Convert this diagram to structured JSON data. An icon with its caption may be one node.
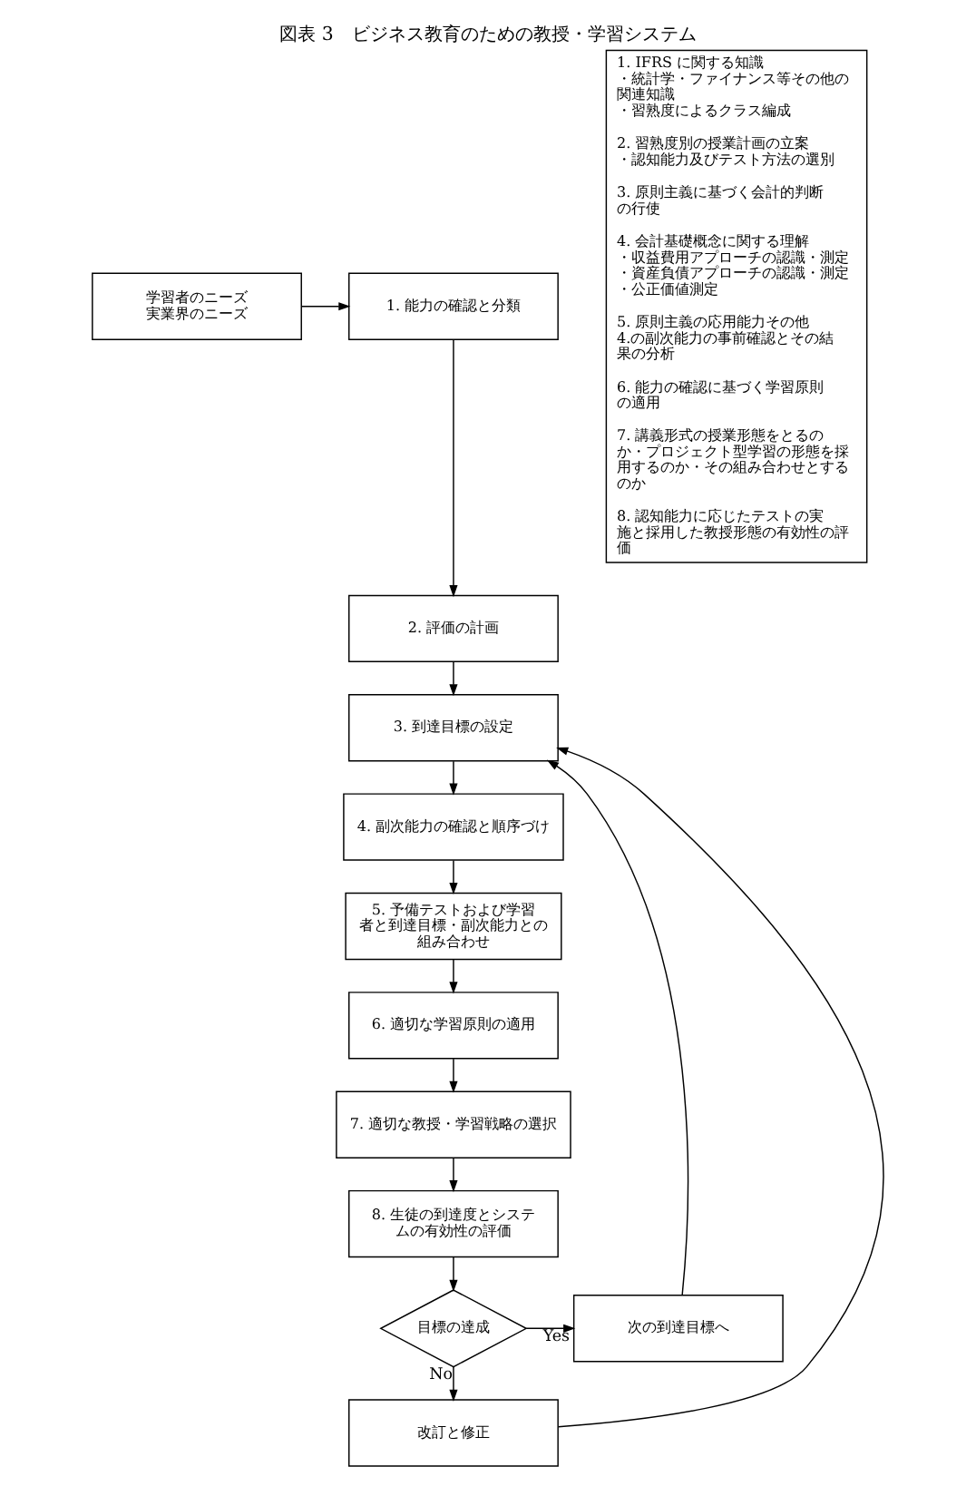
{
  "diagram": {
    "title": "図表 3　ビジネス教育のための教授・学習システム",
    "nodes": [
      {
        "text": [
          "学習者のニーズ",
          "実業界のニーズ"
        ]
      },
      {
        "text": [
          "1. 能力の確認と分類"
        ]
      },
      {
        "text": [
          "2. 評価の計画"
        ]
      },
      {
        "text": [
          "3. 到達目標の設定"
        ]
      },
      {
        "text": [
          "4. 副次能力の確認と順序づけ"
        ]
      },
      {
        "text": [
          "5. 予備テストおよび学習者と到達目標・副次能力との組み合わせ"
        ]
      },
      {
        "text": [
          "6. 適切な学習原則の適用"
        ]
      },
      {
        "text": [
          "7. 適切な教授・学習戦略の選択"
        ]
      },
      {
        "text": [
          "8. 生徒の到達度とシステムの有効性の評価"
        ]
      },
      {
        "text": [
          "目標の達成"
        ]
      },
      {
        "text": [
          "次の到達目標へ"
        ]
      },
      {
        "text": [
          "改訂と修正"
        ]
      },
      {
        "text": [
          "1. IFRS に関する知識",
          "・統計学・ファイナンス等その他の関連知識",
          "・習熟度によるクラス編成",
          "2. 習熟度別の授業計画の立案",
          "・認知能力及びテスト方法の選別",
          "3. 原則主義に基づく会計的判断の行使",
          "4. 会計基礎概念に関する理解",
          "・収益費用アプローチの認識・測定",
          "・資産負債アプローチの認識・測定",
          "・公正価値測定",
          "5. 原則主義の応用能力その他 4.の副次能力の事前確認とその結果の分析",
          "6. 能力の確認に基づく学習原則の適用",
          "7. 講義形式の授業形態をとるのか・プロジェクト型学習の形態を採用するのか・その組み合わせとするのか",
          "8. 認知能力に応じたテストの実施と採用した教授形態の有効性の評価"
        ]
      }
    ],
    "edges": [
      {
        "from": 0,
        "to": 1,
        "arrow": "to"
      },
      {
        "from": 1,
        "to": 2,
        "arrow": "to"
      },
      {
        "from": 2,
        "to": 3,
        "arrow": "to"
      },
      {
        "from": 3,
        "to": 4,
        "arrow": "to"
      },
      {
        "from": 4,
        "to": 5,
        "arrow": "to"
      },
      {
        "from": 5,
        "to": 6,
        "arrow": "to"
      },
      {
        "from": 6,
        "to": 7,
        "arrow": "to"
      },
      {
        "from": 7,
        "to": 8,
        "arrow": "to"
      },
      {
        "from": 8,
        "to": 9,
        "arrow": "to"
      },
      {
        "from": 9,
        "to": 10,
        "arrow": "to",
        "label": "Yes"
      },
      {
        "from": 9,
        "to": 11,
        "arrow": "to",
        "label": "No"
      },
      {
        "from": 10,
        "to": 3,
        "arrow": "to"
      },
      {
        "from": 11,
        "to": 3,
        "arrow": "to"
      }
    ]
  }
}
